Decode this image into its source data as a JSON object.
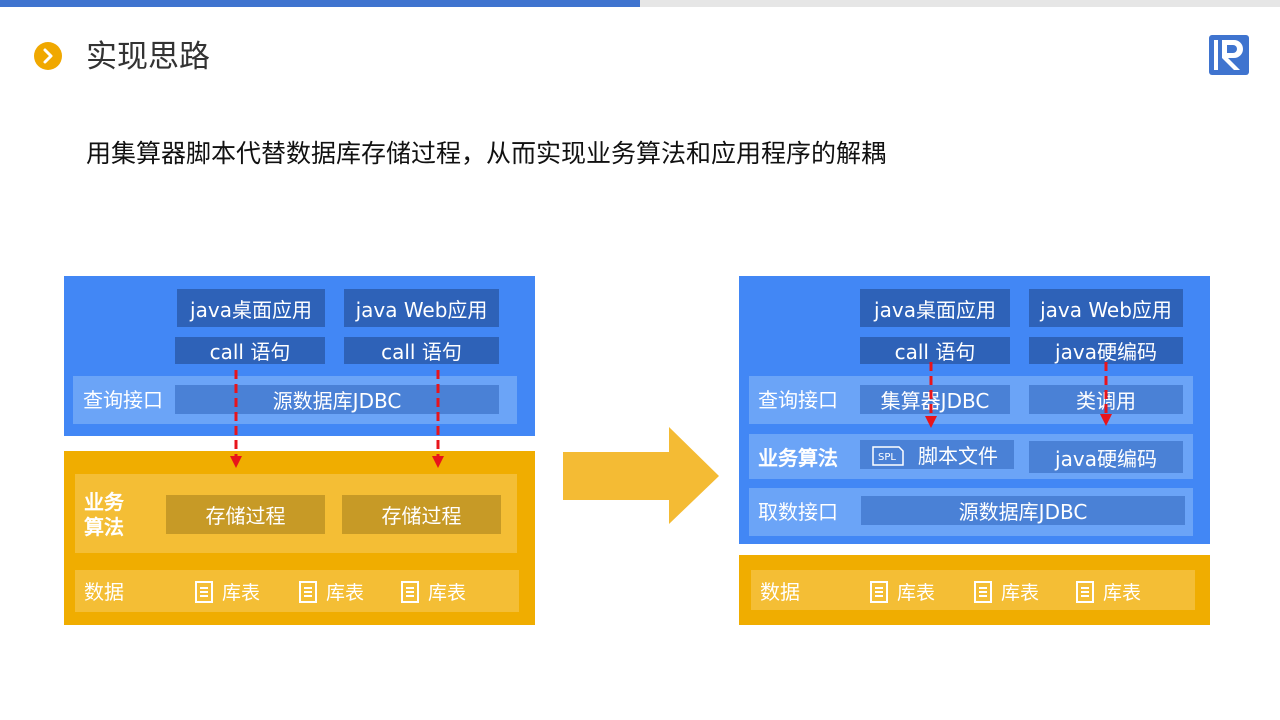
{
  "header": {
    "title": "实现思路",
    "subtitle": "用集算器脚本代替数据库存储过程，从而实现业务算法和应用程序的解耦"
  },
  "left": {
    "app_desktop": "java桌面应用",
    "app_web": "java Web应用",
    "call_1": "call 语句",
    "call_2": "call 语句",
    "query_label": "查询接口",
    "jdbc": "源数据库JDBC",
    "business_label_1": "业务",
    "business_label_2": "算法",
    "proc_1": "存储过程",
    "proc_2": "存储过程",
    "data_label": "数据",
    "tables": [
      "库表",
      "库表",
      "库表"
    ]
  },
  "right": {
    "app_desktop": "java桌面应用",
    "app_web": "java Web应用",
    "call": "call 语句",
    "hardcode_top": "java硬编码",
    "query_label": "查询接口",
    "esproc_jdbc": "集算器JDBC",
    "class_call": "类调用",
    "business_label": "业务算法",
    "spl_badge": "SPL",
    "script_file": "脚本文件",
    "hardcode_mid": "java硬编码",
    "fetch_label": "取数接口",
    "jdbc": "源数据库JDBC",
    "data_label": "数据",
    "tables": [
      "库表",
      "库表",
      "库表"
    ]
  },
  "colors": {
    "blue": "#4287f5",
    "gold": "#f0ad00",
    "arrow_red": "#e8141b",
    "big_arrow": "#f4bb34"
  }
}
